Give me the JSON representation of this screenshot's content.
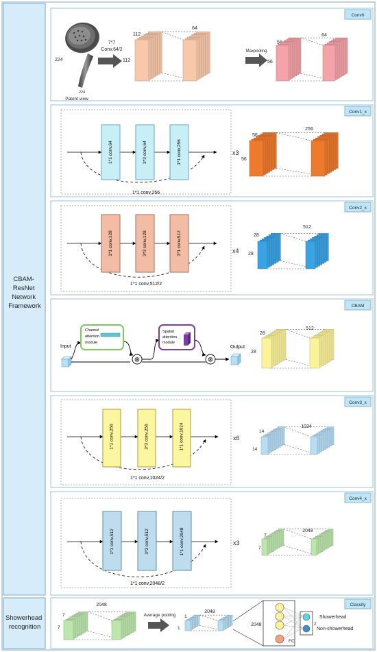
{
  "side_labels": {
    "framework": [
      "CBAM-",
      "ResNet",
      "Network",
      "Framework"
    ],
    "recognition": [
      "Showerhead",
      "recognition"
    ]
  },
  "colors": {
    "side_bar": "#d6ecf8",
    "panel_tag": "#bfe6f7",
    "conv0_a": "#f8c8aa",
    "conv0_b": "#f5a3a8",
    "conv1": "#ee7a2e",
    "conv1_block": "#c8eef6",
    "conv2": "#3aa3e3",
    "conv2_block": "#f2bca5",
    "cbam": "#fbf29a",
    "conv3": "#b7ddf5",
    "conv3_block": "#fbf6a0",
    "conv4": "#bde6ad",
    "conv4_block": "#bfdcef",
    "channel_module_border": "#7cc85a",
    "spatial_module_border": "#7b3ca8",
    "output_cube": "#b9dff5"
  },
  "conv0": {
    "tag": "Conv0",
    "input_dim_side": "224",
    "input_dim_bottom": "224",
    "caption": "Patent view",
    "op_line1": "7*7",
    "op_line2": "Conv,64/2",
    "stack1_h": "112",
    "stack1_depth": "64",
    "stack1_w": "112",
    "pool_label": "Maxpooling",
    "stack2_h": "56",
    "stack2_depth": "64",
    "stack2_w": "56"
  },
  "conv1": {
    "tag": "Conv1_x",
    "blocks": [
      "1*1 conv,64",
      "3*3 conv,64",
      "1*1 conv,256"
    ],
    "shortcut": "1*1 conv,256",
    "repeat": "x3",
    "h": "56",
    "w": "56",
    "depth": "256"
  },
  "conv2": {
    "tag": "Conv2_x",
    "blocks": [
      "1*1 conv,128",
      "3*3 conv,128",
      "1*1 conv,512"
    ],
    "shortcut": "1*1 conv,512/2",
    "repeat": "x4",
    "h": "28",
    "w": "28",
    "depth": "512"
  },
  "cbam": {
    "tag": "CBAM",
    "input_label": "Input",
    "channel_module": [
      "Channel",
      "attention",
      "module"
    ],
    "spatial_module": [
      "Spatial",
      "attention",
      "module"
    ],
    "output_label": "Output",
    "h": "28",
    "w": "28",
    "depth": "512"
  },
  "conv3": {
    "tag": "Conv3_x",
    "blocks": [
      "1*1 conv,256",
      "3*3 conv,256",
      "1*1 conv,1024"
    ],
    "shortcut": "1*1 conv,1024/2",
    "repeat": "x6",
    "h": "14",
    "w": "14",
    "depth": "1024"
  },
  "conv4": {
    "tag": "Conv4_x",
    "blocks": [
      "1*1 conv,512",
      "3*3 conv,512",
      "1*1 conv,2048"
    ],
    "shortcut": "1*1 conv,2048/2",
    "repeat": "x3",
    "h": "7",
    "w": "7",
    "depth": "2048"
  },
  "classify": {
    "tag": "Classify",
    "in_h": "7",
    "in_w": "7",
    "in_depth": "2048",
    "pool_label": "Average pooling",
    "pooled_depth": "2048",
    "pooled_h": "1",
    "pooled_w": "1",
    "fc_dim": "2048",
    "fc_label": "FC",
    "out_dim": "2",
    "classes": [
      "Showerhead",
      "Non-showerhead"
    ]
  }
}
